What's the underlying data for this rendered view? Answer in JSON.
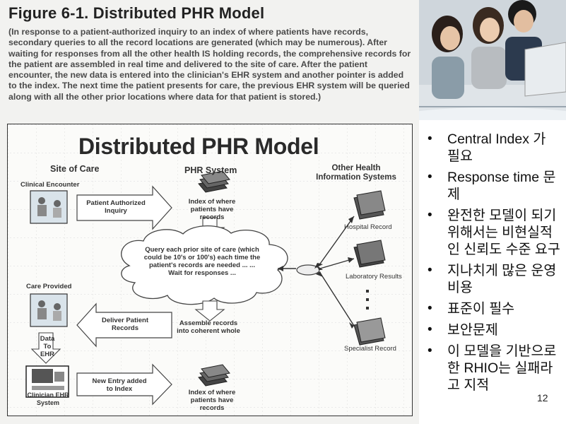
{
  "figure": {
    "title": "Figure 6-1. Distributed PHR Model",
    "caption": "(In response to a patient-authorized inquiry to an index of where patients have records, secondary queries to all the record locations are generated (which may be numerous). After waiting for responses from all the other health IS holding records, the comprehensive records for the patient are assembled in real time and delivered to the site of care. After the patient encounter, the new data is entered into the clinician's EHR system and another pointer is added to the index. The next time the patient presents for care, the previous EHR system will be queried along with all the other prior locations where data for that patient is stored.)"
  },
  "diagram": {
    "title": "Distributed PHR Model",
    "col_site": "Site of Care",
    "col_phr": "PHR System",
    "col_other": "Other Health Information Systems",
    "clinical_encounter": "Clinical Encounter",
    "patient_authorized": "Patient Authorized Inquiry",
    "index1": "Index of where patients have records",
    "query": "Query each prior site of care (which could be 10's or 100's) each time the patient's records are needed ... ... Wait for responses ...",
    "hospital": "Hospital Record",
    "laboratory": "Laboratory Results",
    "specialist": "Specialist Record",
    "care_provided": "Care Provided",
    "deliver": "Deliver Patient Records",
    "assemble": "Assemble records into coherent whole",
    "data_to_ehr": "Data To EHR",
    "clinician_ehr": "Clinician EHR System",
    "new_entry": "New Entry added to Index",
    "index2": "Index of where patients have records"
  },
  "bullets": [
    "Central Index 가 필요",
    "Response time 문제",
    "완전한 모델이 되기 위해서는 비현실적인 신뢰도 수준 요구",
    "지나치게 많은 운영비용",
    "표준이 필수",
    "보안문제",
    "이 모델을 기반으로 한 RHIO는 실패라고 지적"
  ],
  "page_number": "12"
}
